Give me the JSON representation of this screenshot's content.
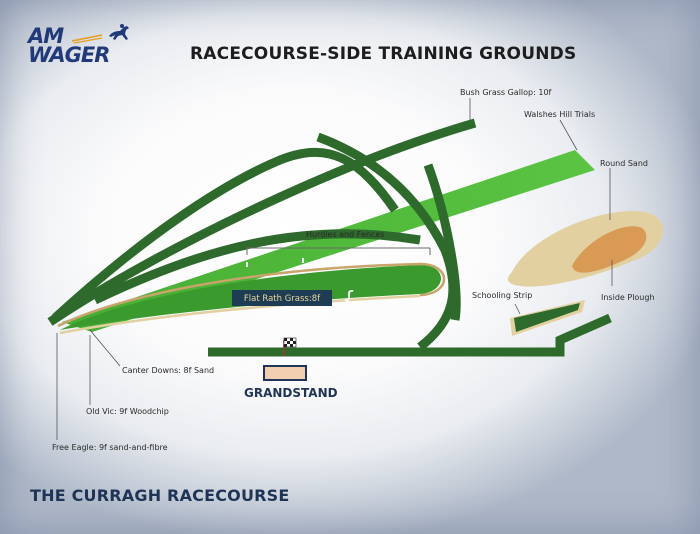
{
  "brand": {
    "line1": "AM",
    "line2": "WAGER"
  },
  "title": "RACECOURSE-SIDE TRAINING GROUNDS",
  "footer_title": "THE CURRAGH RACECOURSE",
  "grandstand": "GRANDSTAND",
  "labels": {
    "bush_grass": "Bush Grass Gallop: 10f",
    "walshes_hill": "Walshes Hill Trials",
    "round_sand": "Round Sand",
    "hurdles": "Hurdles and Fences",
    "flat_rath": "Flat Rath Grass:8f",
    "schooling_strip": "Schooling Strip",
    "inside_plough": "Inside Plough",
    "canter_downs": "Canter Downs: 8f Sand",
    "old_vic": "Old Vic: 9f Woodchip",
    "free_eagle": "Free Eagle: 9f sand-and-fibre"
  },
  "colors": {
    "dark_track": "#2d6a2b",
    "light_grass": "#4fb83a",
    "sand": "#e2d0a0",
    "plough": "#d89a55",
    "navy": "#1f3456",
    "woodchip": "#c7a46a"
  }
}
